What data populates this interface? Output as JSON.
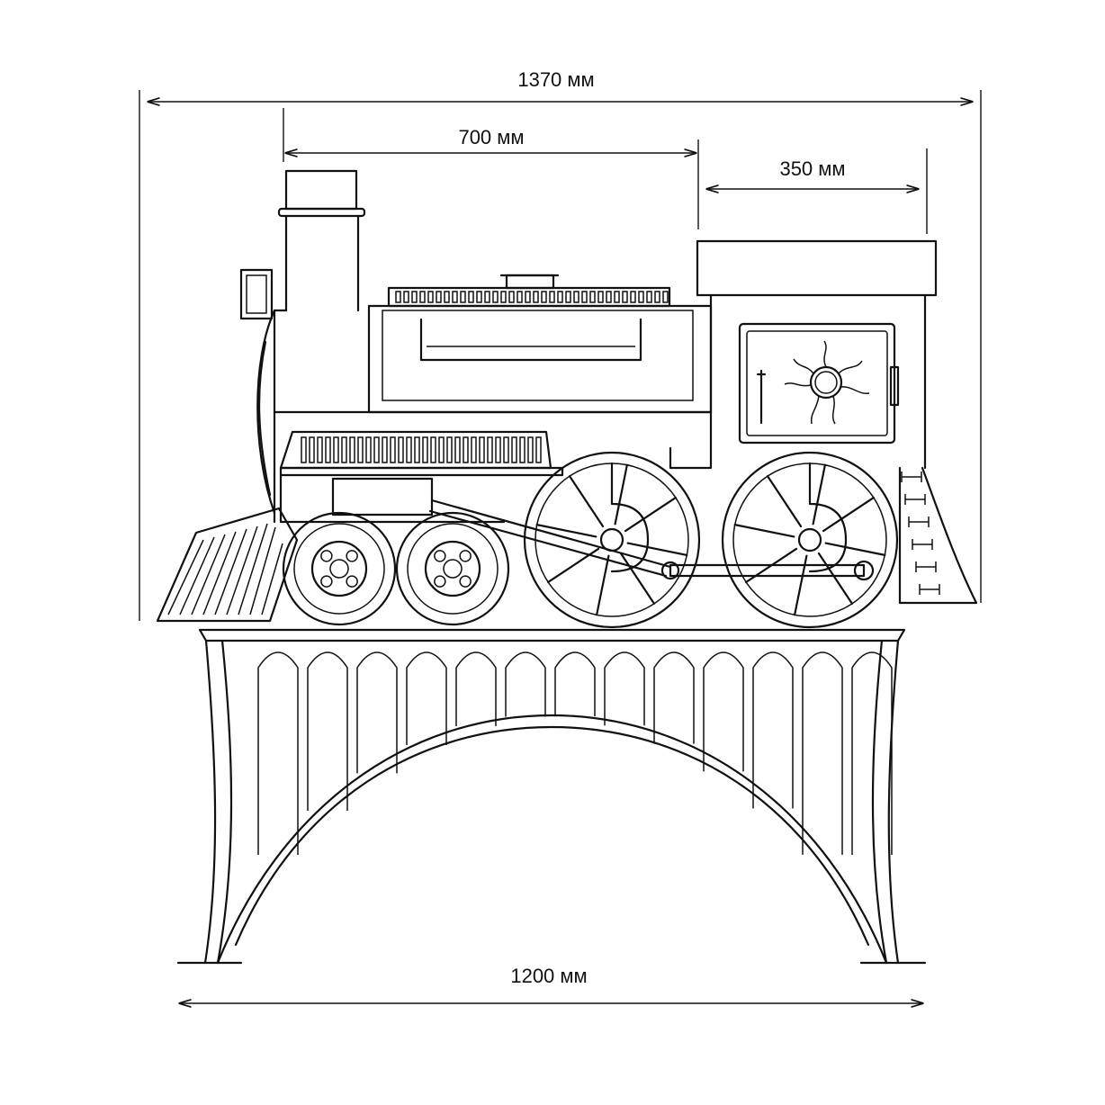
{
  "dimensions": {
    "overall_width": "1370 мм",
    "grill_width": "700 мм",
    "cabin_width": "350 мм",
    "base_width": "1200 мм"
  },
  "colors": {
    "line": "#111111",
    "background": "#ffffff"
  },
  "icons": {
    "door_emblem": "sun-icon"
  }
}
